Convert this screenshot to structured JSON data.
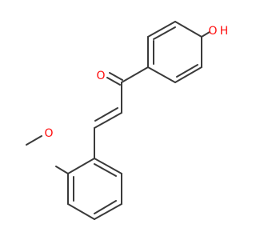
{
  "molecule": {
    "colors": {
      "bond": "#3a3a3a",
      "oxygen": "#ff0d0d",
      "carbon_text": "#3a3a3a",
      "background": "#ffffff"
    },
    "labels": {
      "ketone_oxygen": "O",
      "hydroxyl_oxygen": "O",
      "hydroxyl_hydrogen": "H",
      "methoxy_oxygen": "O"
    }
  }
}
